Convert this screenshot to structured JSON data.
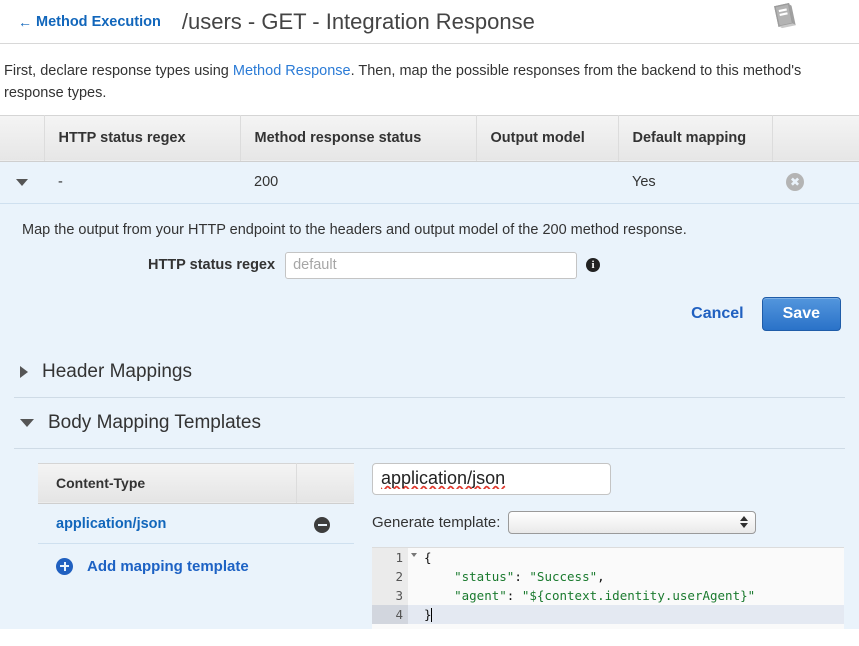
{
  "header": {
    "back_label": "Method Execution",
    "back_arrow": "←",
    "title": "/users - GET - Integration Response",
    "doc_icon": "book-icon"
  },
  "intro": {
    "part1": "First, declare response types using ",
    "link": "Method Response",
    "part2": ". Then, map the possible responses from the backend to this method's response types."
  },
  "response_table": {
    "columns": [
      "",
      "HTTP status regex",
      "Method response status",
      "Output model",
      "Default mapping",
      ""
    ],
    "rows": [
      {
        "expander": "caret-down-icon",
        "http_status_regex": "-",
        "method_response_status": "200",
        "output_model": "",
        "default_mapping": "Yes",
        "delete_icon": "delete-circle-icon"
      }
    ]
  },
  "detail": {
    "description": "Map the output from your HTTP endpoint to the headers and output model of the 200 method response.",
    "regex_label": "HTTP status regex",
    "regex_value": "",
    "regex_placeholder": "default",
    "info_icon": "info-icon",
    "cancel_label": "Cancel",
    "save_label": "Save"
  },
  "sections": [
    {
      "title": "Header Mappings",
      "expanded": false
    },
    {
      "title": "Body Mapping Templates",
      "expanded": true
    }
  ],
  "body_mapping": {
    "content_type_header": "Content-Type",
    "rows": [
      {
        "label": "application/json",
        "remove_icon": "minus-circle-icon"
      }
    ],
    "add_label": "Add mapping template",
    "add_icon": "plus-circle-icon",
    "content_type_input_value": "application/json",
    "generate_label": "Generate template:",
    "generate_selected": "",
    "editor": {
      "lines": [
        {
          "num": "1",
          "foldable": true,
          "text": "{",
          "active": false
        },
        {
          "num": "2",
          "foldable": false,
          "text": "    \"status\": \"Success\",",
          "active": false
        },
        {
          "num": "3",
          "foldable": false,
          "text": "    \"agent\": \"${context.identity.userAgent}\"",
          "active": false
        },
        {
          "num": "4",
          "foldable": false,
          "text": "}",
          "active": true
        }
      ]
    }
  },
  "colors": {
    "link_blue": "#1166bb",
    "accent_blue": "#2a72c8",
    "row_blue": "#eaf3fb",
    "code_string_green": "#1a7a2e"
  }
}
